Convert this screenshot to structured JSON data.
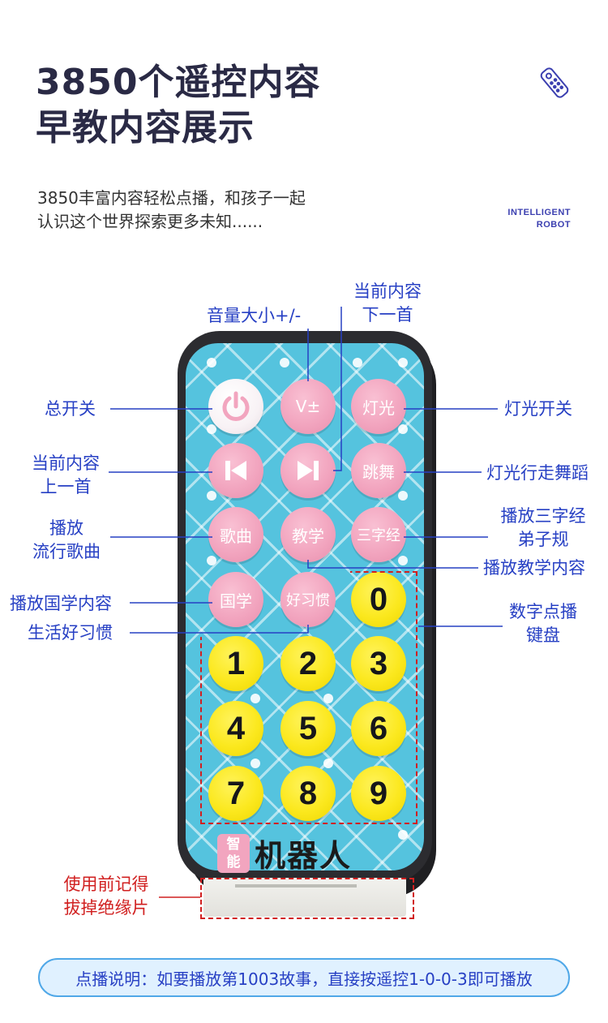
{
  "header": {
    "title_line1": "3850个遥控内容",
    "title_line2": "早教内容展示",
    "desc_line1": "3850丰富内容轻松点播，和孩子一起",
    "desc_line2": "认识这个世界探索更多未知......",
    "brand_line1": "INTELLIGENT",
    "brand_line2": "ROBOT"
  },
  "remote": {
    "btn_volume": "V±",
    "btn_light": "灯光",
    "btn_dance": "跳舞",
    "btn_song": "歌曲",
    "btn_teach": "教学",
    "btn_sanzi": "三字经",
    "btn_guoxue": "国学",
    "btn_habit": "好习惯",
    "digits": [
      "0",
      "1",
      "2",
      "3",
      "4",
      "5",
      "6",
      "7",
      "8",
      "9"
    ],
    "badge_char1": "智",
    "badge_char2": "能",
    "brand_text": "机器人"
  },
  "labels": {
    "next_line1": "当前内容",
    "next_line2": "下一首",
    "volume": "音量大小+/-",
    "power": "总开关",
    "light_switch": "灯光开关",
    "prev_line1": "当前内容",
    "prev_line2": "上一首",
    "light_dance": "灯光行走舞蹈",
    "pop_line1": "播放",
    "pop_line2": "流行歌曲",
    "sanzi_line1": "播放三字经",
    "sanzi_line2": "弟子规",
    "teach": "播放教学内容",
    "guoxue": "播放国学内容",
    "numpad_line1": "数字点播",
    "numpad_line2": "键盘",
    "habit": "生活好习惯",
    "tab_line1": "使用前记得",
    "tab_line2": "拔掉绝缘片"
  },
  "note": "点播说明：如要播放第1003故事，直接按遥控1-0-0-3即可播放",
  "colors": {
    "panel": "#55c3de",
    "pink_button": "#f2a5bf",
    "yellow_button": "#fbe81e",
    "label_blue": "#2740c4",
    "warning_red": "#d12020"
  }
}
